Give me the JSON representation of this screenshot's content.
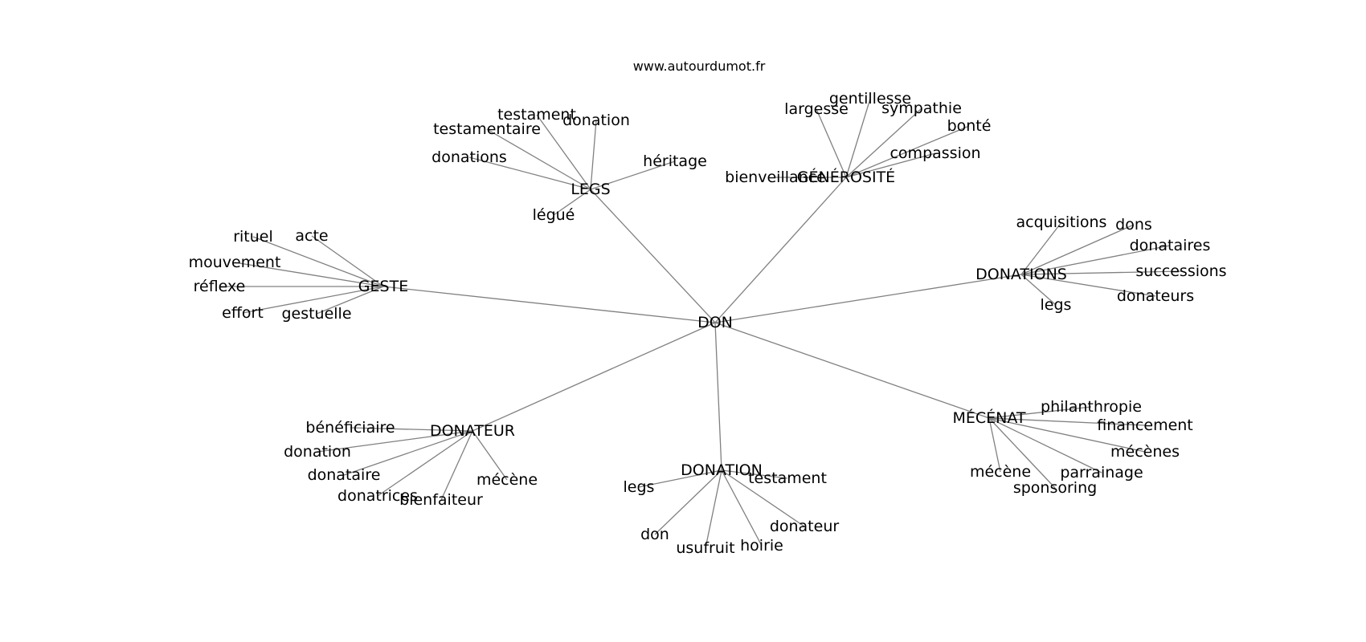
{
  "source": "www.autourdumot.fr",
  "center": "DON",
  "clusters": [
    {
      "id": "legs",
      "label": "LEGS",
      "words": [
        "testament",
        "donation",
        "testamentaire",
        "donations",
        "héritage",
        "légué"
      ]
    },
    {
      "id": "generosite",
      "label": "GÉNÉROSITÉ",
      "words": [
        "gentillesse",
        "largesse",
        "sympathie",
        "bonté",
        "compassion",
        "bienveillance"
      ]
    },
    {
      "id": "geste",
      "label": "GESTE",
      "words": [
        "rituel",
        "acte",
        "mouvement",
        "réflexe",
        "effort",
        "gestuelle"
      ]
    },
    {
      "id": "donations",
      "label": "DONATIONS",
      "words": [
        "acquisitions",
        "dons",
        "donataires",
        "successions",
        "donateurs",
        "legs"
      ]
    },
    {
      "id": "donateur",
      "label": "DONATEUR",
      "words": [
        "bénéficiaire",
        "donation",
        "donataire",
        "donatrices",
        "bienfaiteur",
        "mécène"
      ]
    },
    {
      "id": "donation",
      "label": "DONATION",
      "words": [
        "testament",
        "legs",
        "donateur",
        "don",
        "usufruit",
        "hoirie"
      ]
    },
    {
      "id": "mecenat",
      "label": "MÉCÉNAT",
      "words": [
        "philanthropie",
        "financement",
        "mécènes",
        "parrainage",
        "mécène",
        "sponsoring"
      ]
    }
  ]
}
